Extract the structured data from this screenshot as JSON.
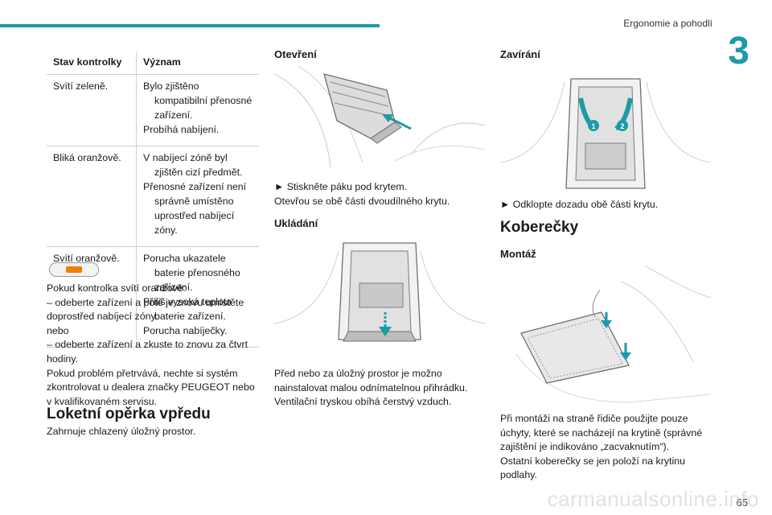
{
  "header": {
    "section": "Ergonomie a pohodlí",
    "chapter": "3",
    "page": "65"
  },
  "watermark": "carmanualsonline.info",
  "table": {
    "headers": [
      "Stav kontrolky",
      "Význam"
    ],
    "rows": [
      {
        "state": "Svítí zeleně.",
        "meaning": [
          "Bylo zjištěno kompatibilní přenosné zařízení.",
          "Probíhá nabíjení."
        ]
      },
      {
        "state": "Bliká oranžově.",
        "meaning": [
          "V nabíjecí zóně byl zjištěn cizí předmět.",
          "Přenosné zařízení není správně umístěno uprostřed nabíjecí zóny."
        ]
      },
      {
        "state": "Svítí oranžově.",
        "meaning": [
          "Porucha ukazatele baterie přenosného zařízení.",
          "Příliš vysoká teplota baterie zařízení.",
          "Porucha nabíječky."
        ]
      }
    ]
  },
  "left": {
    "note_lines": [
      "Pokud kontrolka svítí oranžově:",
      "– odeberte zařízení a poté je znovu umístěte",
      "doprostřed nabíjecí zóny.",
      "nebo",
      "– odeberte zařízení a zkuste to znovu za čtvrt",
      "hodiny.",
      "Pokud problém přetrvává, nechte si systém",
      "zkontrolovat u dealera značky PEUGEOT nebo",
      "v kvalifikovaném servisu."
    ],
    "heading": "Loketní opěrka vpředu",
    "intro": "Zahrnuje chlazený úložný prostor."
  },
  "middle": {
    "opening_title": "Otevření",
    "opening_lines": [
      "► Stiskněte páku pod krytem.",
      "Otevřou se obě části dvoudílného krytu."
    ],
    "storage_title": "Ukládání",
    "storage_lines": [
      "Před nebo za úložný prostor je možno",
      "nainstalovat malou odnímatelnou přihrádku.",
      "Ventilační tryskou obíhá čerstvý vzduch."
    ]
  },
  "right": {
    "closing_title": "Zavírání",
    "closing_line": "► Odklopte dozadu obě části krytu.",
    "mats_heading": "Koberečky",
    "mount_title": "Montáž",
    "mount_lines": [
      "Při montáži na straně řidiče použijte pouze",
      "úchyty, které se nacházejí na krytině (správné",
      "zajištění je indikováno „zacvaknutím“).",
      "Ostatní koberečky se jen položí na krytinu",
      "podlahy."
    ],
    "callout_1": "1",
    "callout_2": "2"
  },
  "colors": {
    "accent": "#1e9aa6",
    "warning": "#f07c00"
  }
}
